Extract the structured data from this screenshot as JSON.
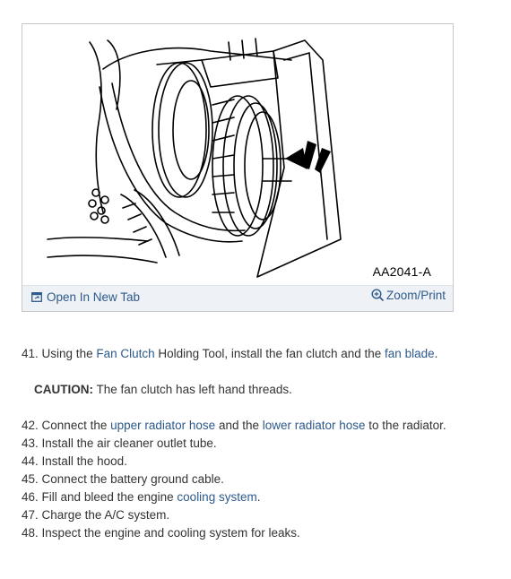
{
  "figure": {
    "code": "AA2041-A",
    "open_tab_label": "Open In New Tab",
    "zoom_label": "Zoom/Print"
  },
  "steps": {
    "s41": {
      "num": "41.",
      "t1": "Using the ",
      "link1": "Fan Clutch",
      "t2": " Holding Tool, install the fan clutch and the ",
      "link2": "fan blade",
      "t3": "."
    },
    "caution": {
      "label": "CAUTION:",
      "text": " The fan clutch has left hand threads."
    },
    "s42": {
      "num": "42.",
      "t1": "Connect the ",
      "link1": "upper radiator hose",
      "t2": " and the ",
      "link2": "lower radiator hose",
      "t3": " to the radiator."
    },
    "s43": {
      "num": "43.",
      "text": "Install the air cleaner outlet tube."
    },
    "s44": {
      "num": "44.",
      "text": "Install the hood."
    },
    "s45": {
      "num": "45.",
      "text": "Connect the battery ground cable."
    },
    "s46": {
      "num": "46.",
      "t1": "Fill and bleed the engine ",
      "link1": "cooling system",
      "t2": "."
    },
    "s47": {
      "num": "47.",
      "text": "Charge the A/C system."
    },
    "s48": {
      "num": "48.",
      "text": "Inspect the engine and cooling system for leaks."
    }
  },
  "colors": {
    "link": "#2d5a8c",
    "text": "#333333",
    "toolbar": "#eef1f5"
  }
}
